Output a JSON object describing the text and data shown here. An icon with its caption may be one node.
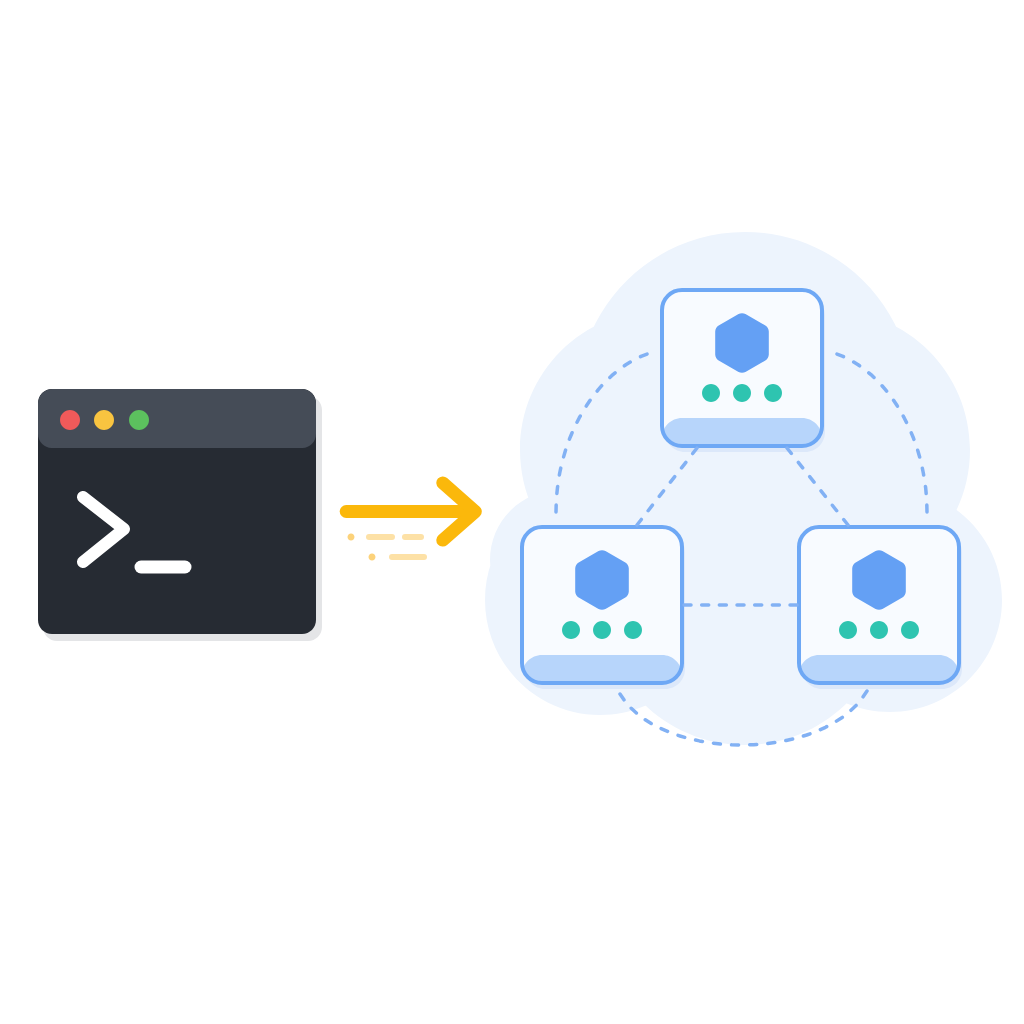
{
  "diagram": {
    "nodes": [
      {
        "text": [],
        "shape": "picture"
      },
      {
        "text": [],
        "shape": "cloud"
      },
      {
        "text": [],
        "shape": "box",
        "in": 1
      },
      {
        "text": [],
        "shape": "box",
        "in": 1
      },
      {
        "text": [],
        "shape": "box",
        "in": 1
      }
    ],
    "edges": [
      {
        "from": 0,
        "to": 1,
        "arrow": "to",
        "style": "thick",
        "color": "#fbb80b"
      },
      {
        "from": 2,
        "to": 3,
        "arrow": "none",
        "style": "dashed"
      },
      {
        "from": 2,
        "to": 4,
        "arrow": "none",
        "style": "dashed"
      },
      {
        "from": 3,
        "to": 4,
        "arrow": "none",
        "style": "dashed"
      },
      {
        "from": 2,
        "to": 3,
        "arrow": "none",
        "style": "dashed"
      },
      {
        "from": 2,
        "to": 4,
        "arrow": "none",
        "style": "dashed"
      },
      {
        "from": 3,
        "to": 4,
        "arrow": "none",
        "style": "dashed"
      }
    ]
  }
}
